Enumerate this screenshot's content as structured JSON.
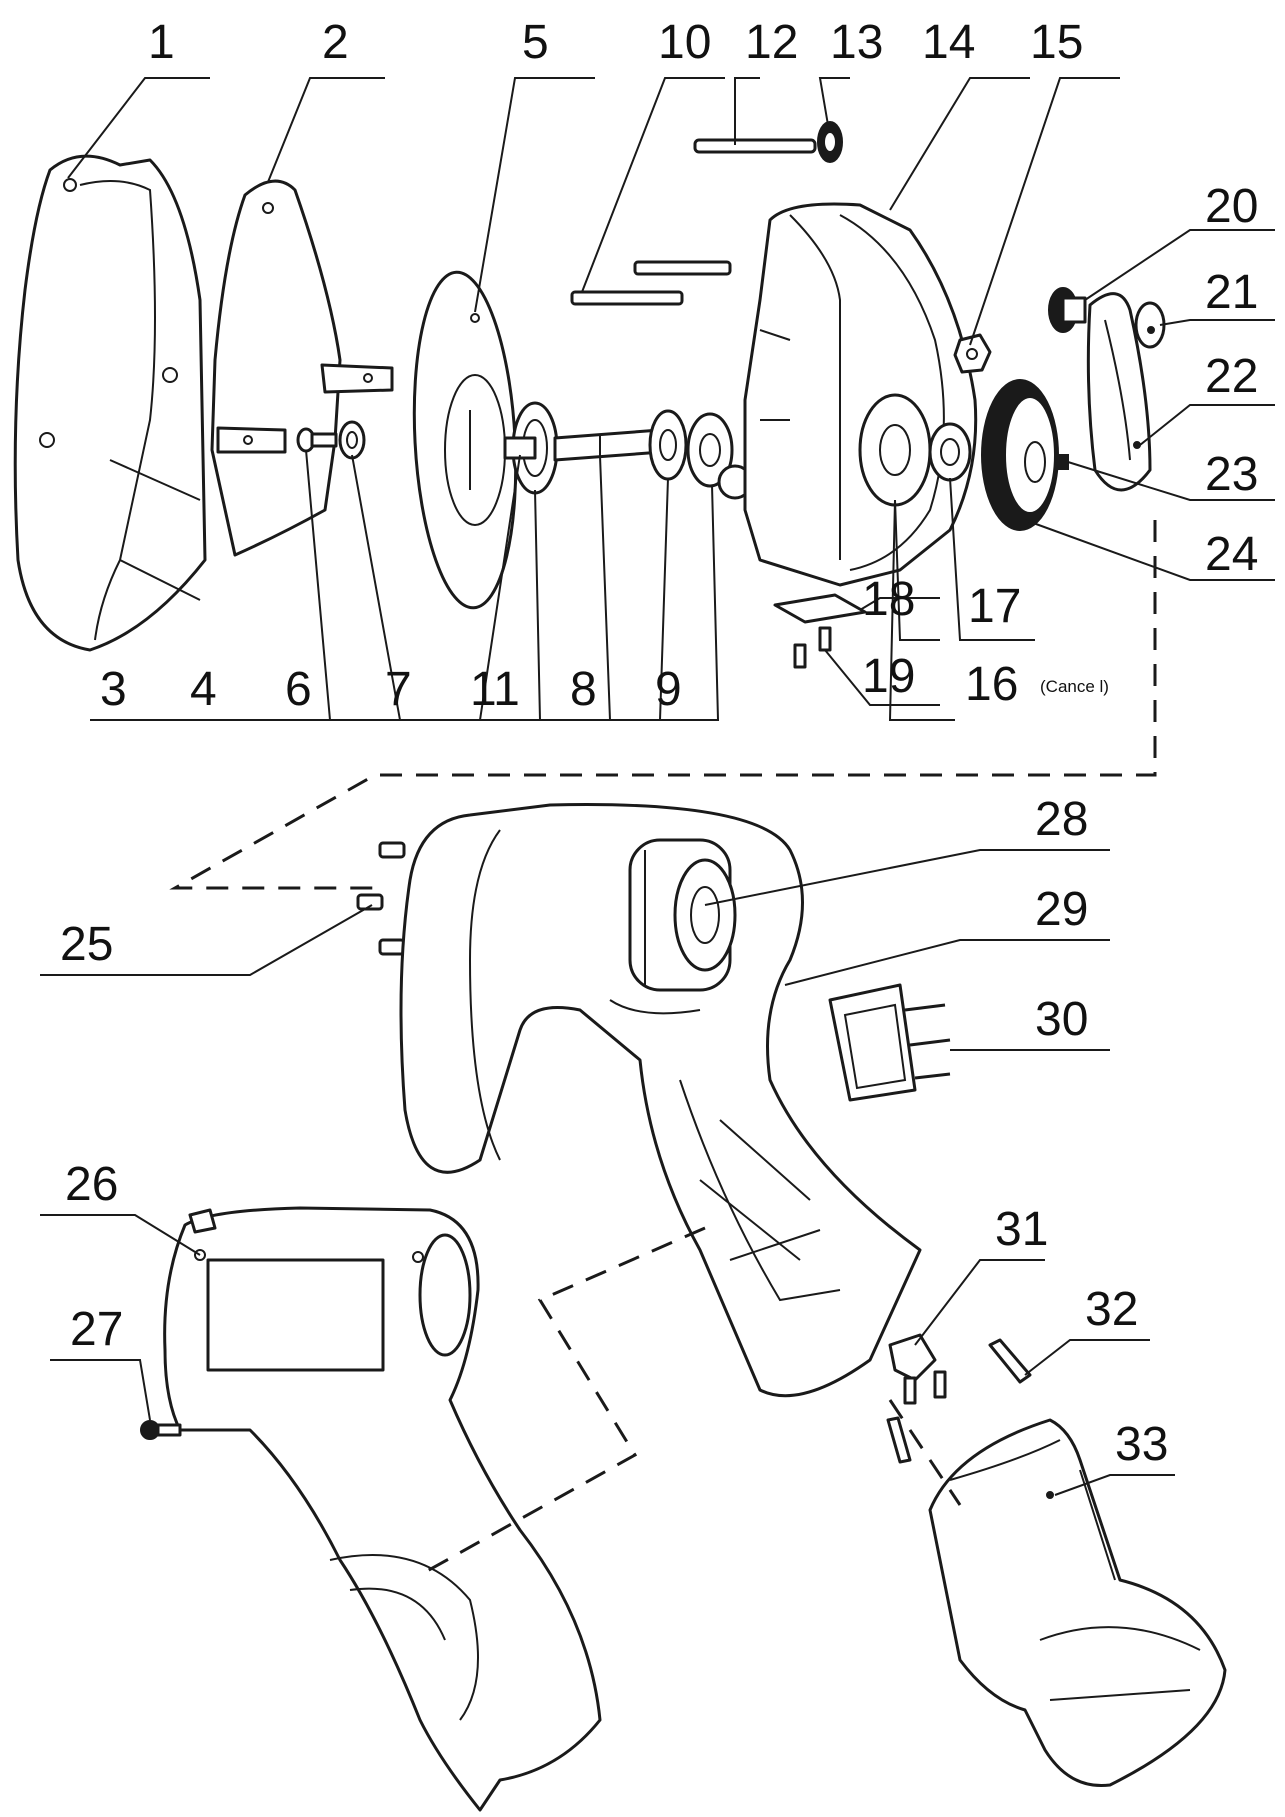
{
  "labels": {
    "p1": "1",
    "p2": "2",
    "p3": "3",
    "p4": "4",
    "p5": "5",
    "p6": "6",
    "p7": "7",
    "p8": "8",
    "p9": "9",
    "p10": "10",
    "p11": "11",
    "p12": "12",
    "p13": "13",
    "p14": "14",
    "p15": "15",
    "p16": "16",
    "p16_note": "(Cance l)",
    "p17": "17",
    "p18": "18",
    "p19": "19",
    "p20": "20",
    "p21": "21",
    "p22": "22",
    "p23": "23",
    "p24": "24",
    "p25": "25",
    "p26": "26",
    "p27": "27",
    "p28": "28",
    "p29": "29",
    "p30": "30",
    "p31": "31",
    "p32": "32",
    "p33": "33"
  }
}
